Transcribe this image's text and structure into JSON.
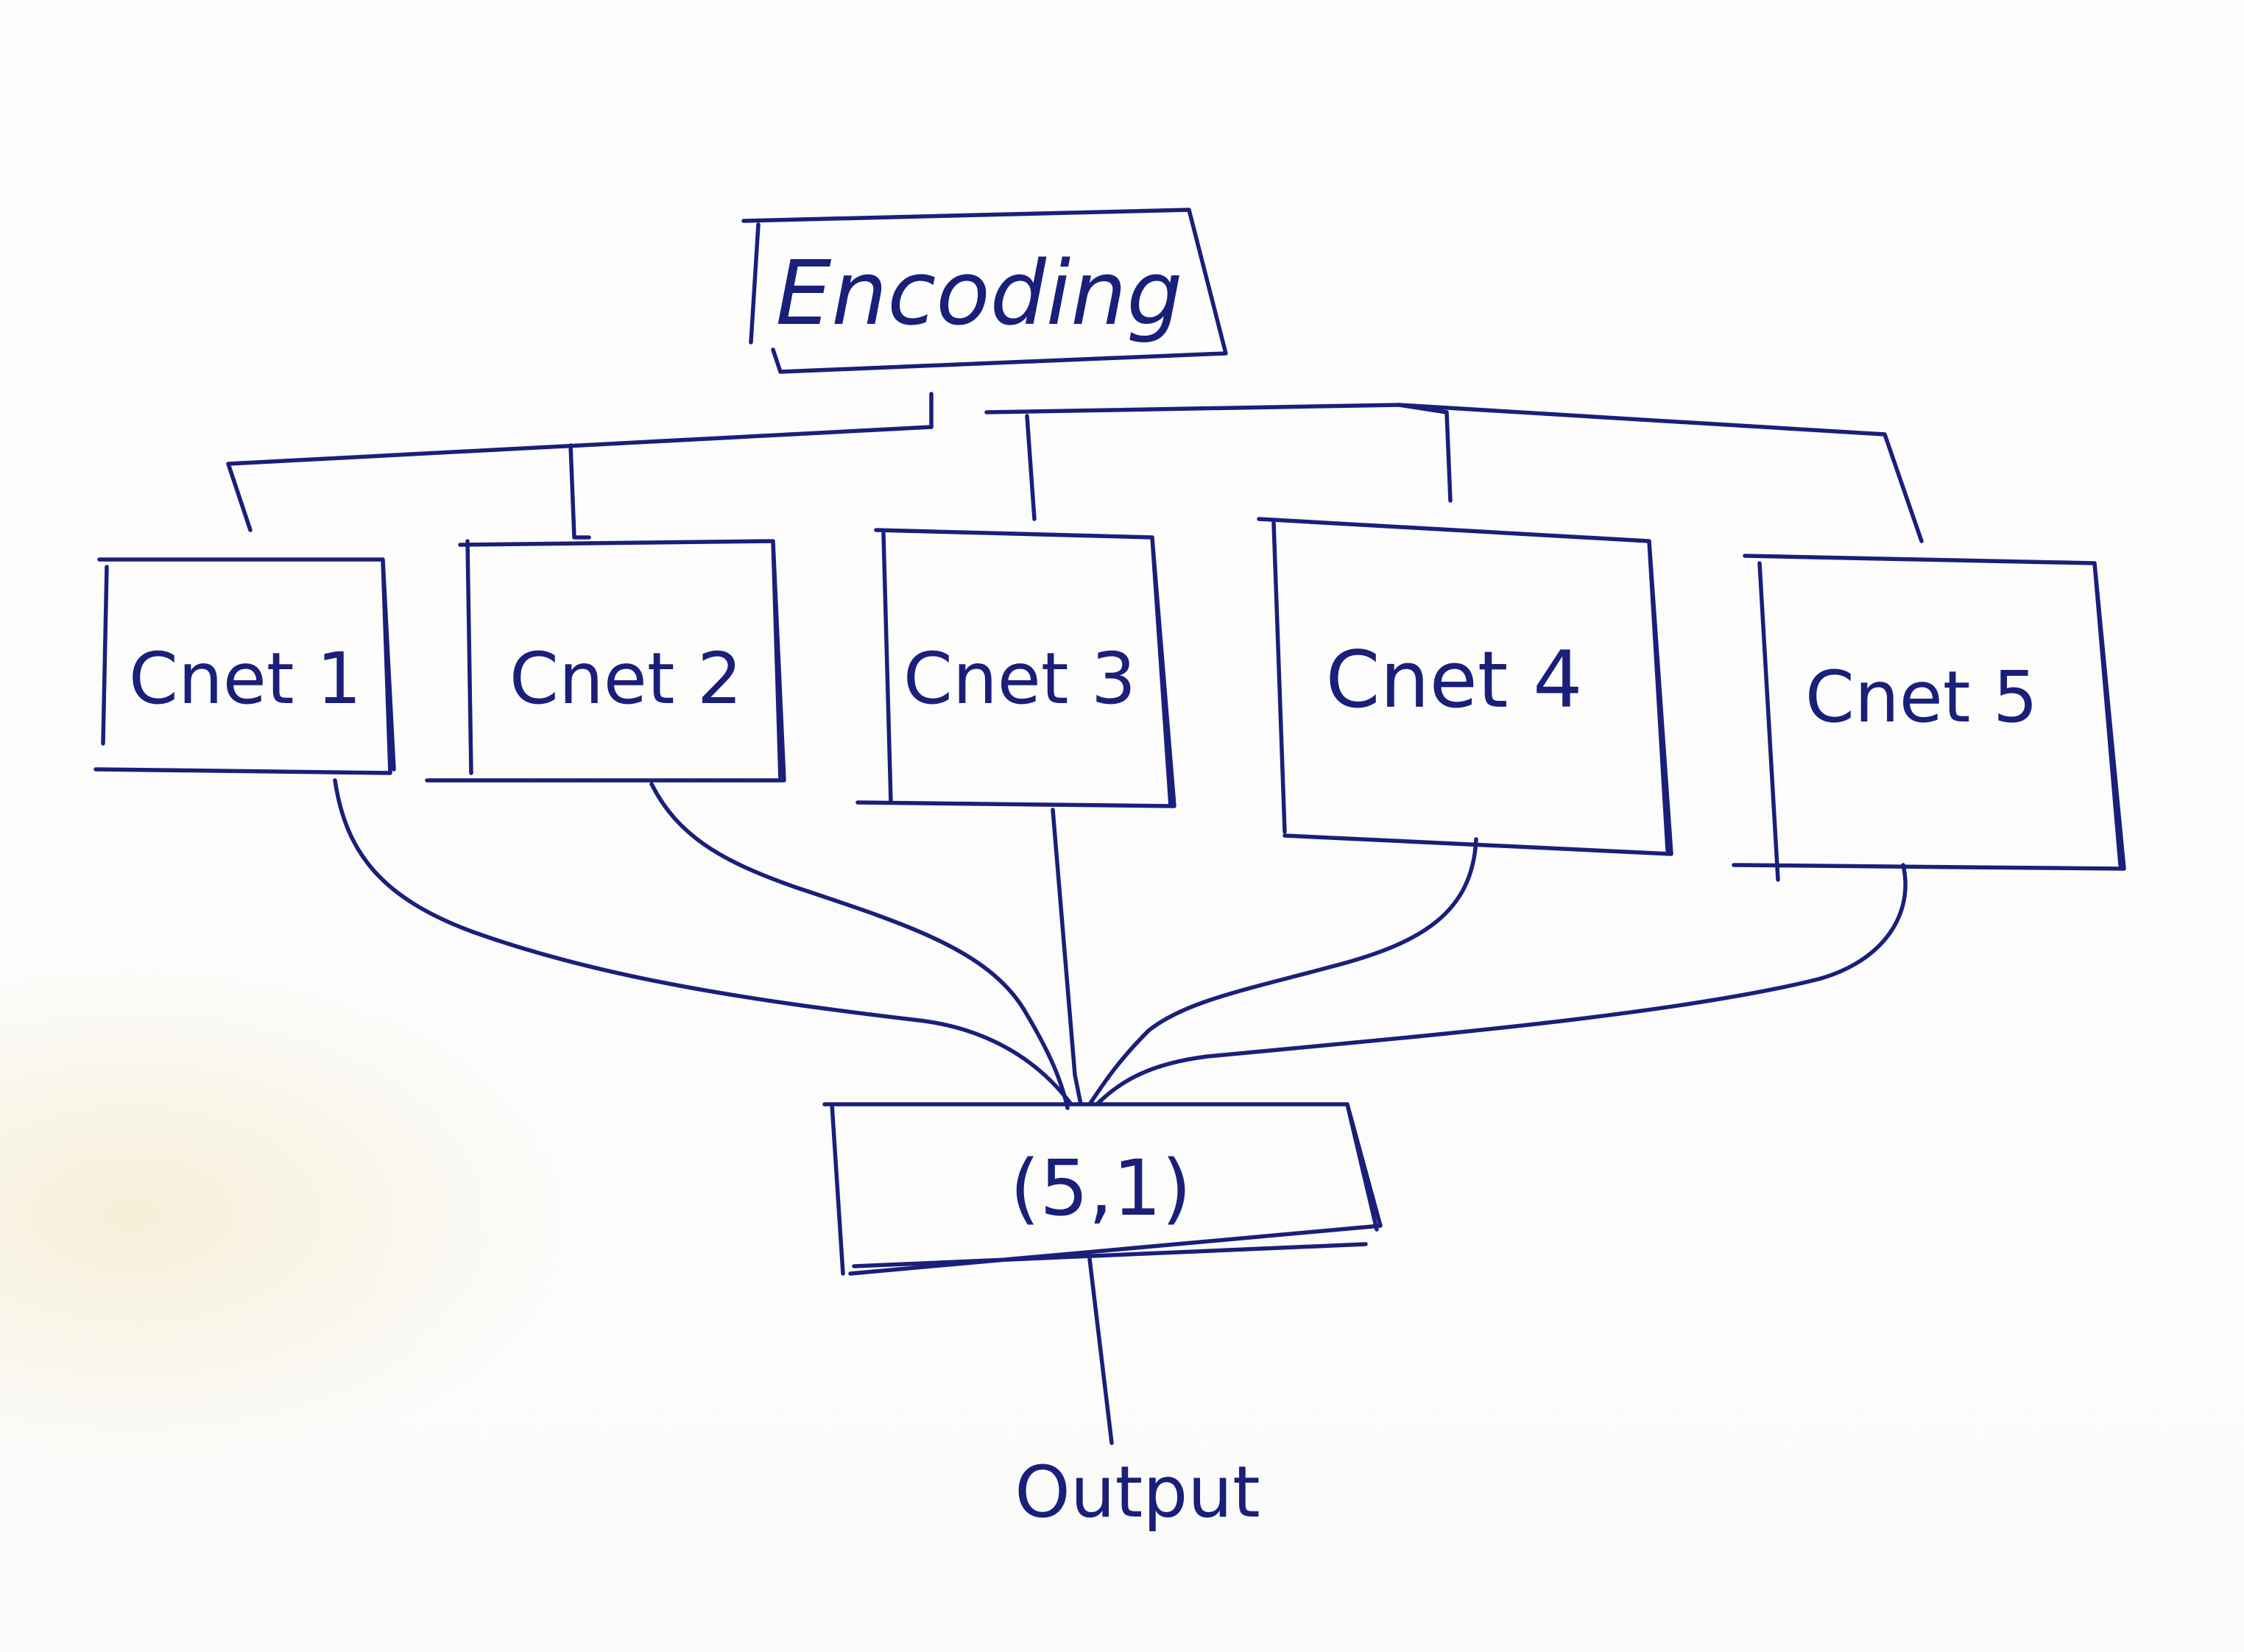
{
  "colors": {
    "ink": "#1a1f7a",
    "paper": "#fdfdfc"
  },
  "diagram": {
    "input_node": {
      "label": "Encoding"
    },
    "branch_nodes": [
      {
        "id": "cnet1",
        "label": "Cnet 1"
      },
      {
        "id": "cnet2",
        "label": "Cnet 2"
      },
      {
        "id": "cnet3",
        "label": "Cnet 3"
      },
      {
        "id": "cnet4",
        "label": "Cnet 4"
      },
      {
        "id": "cnet5",
        "label": "Cnet 5"
      }
    ],
    "merge_node": {
      "label": "(5,1)"
    },
    "output": {
      "label": "Output"
    }
  }
}
